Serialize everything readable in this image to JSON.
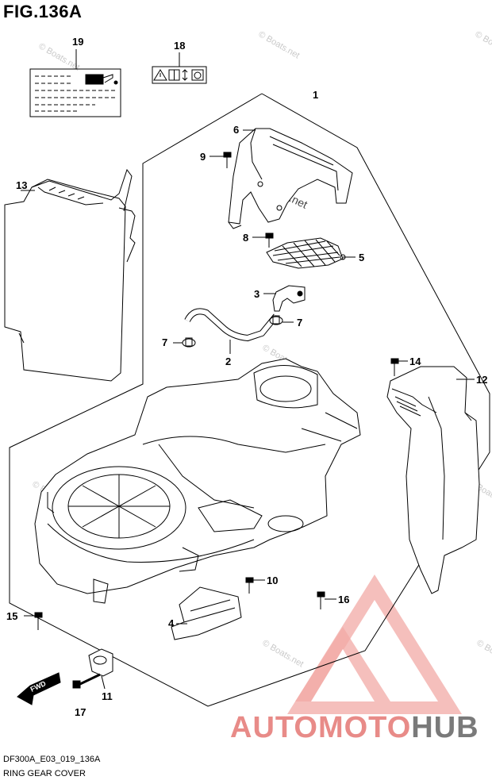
{
  "title": "FIG.136A",
  "footer": {
    "code": "DF300A_E03_019_136A",
    "name": "RING GEAR COVER"
  },
  "watermark": {
    "text": "© Boats.net",
    "brand_part1": "AUTOMOTO",
    "brand_part2": "HUB",
    "brand_color_red": "#e88b88",
    "brand_color_grey": "#7a7a7a"
  },
  "callouts": {
    "c1": "1",
    "c2": "2",
    "c3": "3",
    "c4": "4",
    "c5": "5",
    "c6": "6",
    "c7a": "7",
    "c7b": "7",
    "c8": "8",
    "c9": "9",
    "c10": "10",
    "c11": "11",
    "c12": "12",
    "c13": "13",
    "c14": "14",
    "c15": "15",
    "c16": "16",
    "c17": "17",
    "c18": "18",
    "c19": "19"
  },
  "arrow_label": "FWD",
  "icons": [
    "warning-triangle-icon",
    "manual-book-icon",
    "lift-arrow-icon",
    "hand-caution-icon",
    "oil-can-icon"
  ]
}
